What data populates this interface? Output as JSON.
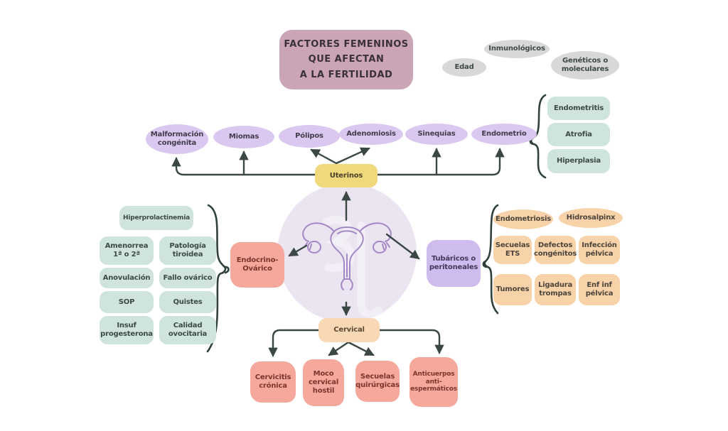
{
  "title": "FACTORES FEMENINOS\nQUE AFECTAN\nA LA FERTILIDAD",
  "general_factors": [
    "Edad",
    "Inmunológicos",
    "Genéticos o\nmoleculares"
  ],
  "uterinos": {
    "label": "Uterinos",
    "causes": [
      "Malformación\ncongénita",
      "Miomas",
      "Pólipos",
      "Adenomiosis",
      "Sinequias",
      "Endometrio"
    ],
    "endometrio_types": [
      "Endometritis",
      "Atrofia",
      "Hiperplasia"
    ]
  },
  "endocrino_ovarico": {
    "label": "Endocrino-\nOvárico",
    "highlight": "Hiperprolactinemia",
    "causes": [
      "Amenorrea\n1ª o 2ª",
      "Patología\ntiroidea",
      "Anovulación",
      "Fallo ovárico",
      "SOP",
      "Quistes",
      "Insuf\nprogesterona",
      "Calidad\novocitaria"
    ]
  },
  "tubaricos": {
    "label": "Tubáricos o\nperitoneales",
    "main_causes": [
      "Endometriosis",
      "Hidrosalpinx"
    ],
    "causes": [
      "Secuelas\nETS",
      "Defectos\ncongénitos",
      "Infección\npélvica",
      "Tumores",
      "Ligadura\ntrompas",
      "Enf inf\npélvica"
    ]
  },
  "cervical": {
    "label": "Cervical",
    "causes": [
      "Cervicitis\ncrónica",
      "Moco\ncervical\nhostil",
      "Secuelas\nquirúrgicas",
      "Anticuerpos\nanti-\nespermáticos"
    ]
  },
  "colors": {
    "title_bg": "#cba4b6",
    "general_bg": "#d8d8d6",
    "uterine_cause_bg": "#dac8f1",
    "teal_bg": "#cfe4dd",
    "uterinos_bg": "#f0d87d",
    "salmon_bg": "#f6a89d",
    "cervical_bg": "#f9d8b6",
    "tubal_cause_bg": "#f8d3a9",
    "tubaricos_bg": "#cfbcee",
    "connector": "#3a4745",
    "center_circle": "#ebe5f1",
    "uterus_line": "#a488c5"
  }
}
